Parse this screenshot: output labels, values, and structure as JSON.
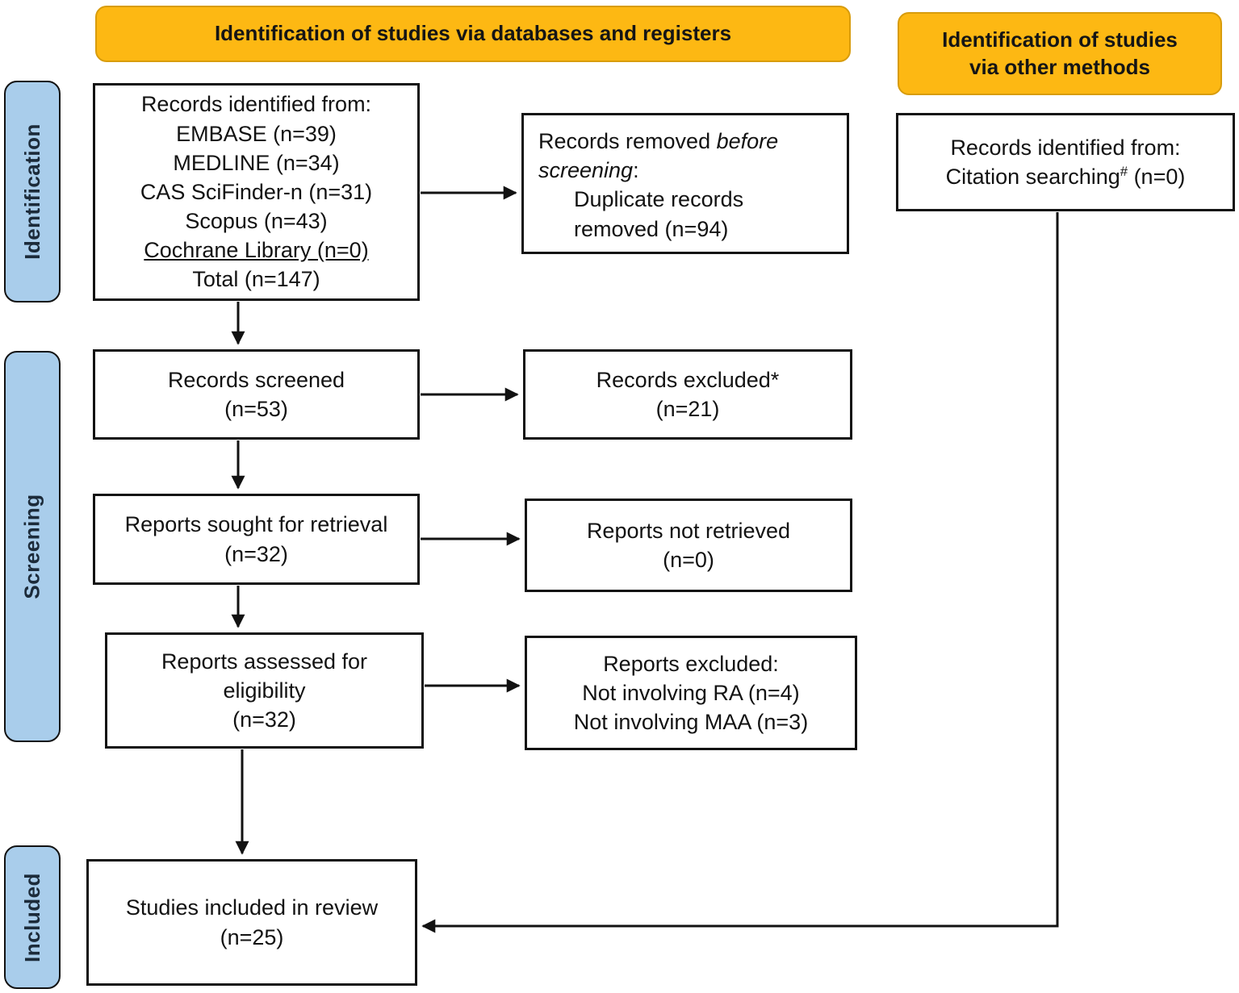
{
  "headers": {
    "databases_registers": "Identification of studies via databases and registers",
    "other_methods": "Identification of studies via other methods"
  },
  "sidebar": {
    "identification": "Identification",
    "screening": "Screening",
    "included": "Included"
  },
  "boxes": {
    "records_identified": {
      "title": "Records identified from:",
      "lines": [
        "EMBASE (n=39)",
        "MEDLINE (n=34)",
        "CAS SciFinder-n (n=31)",
        "Scopus (n=43)",
        "Cochrane Library (n=0)",
        "Total (n=147)"
      ]
    },
    "records_removed": {
      "prefix": "Records removed ",
      "emphasis": "before screening",
      "suffix": ":",
      "lines": [
        "Duplicate records",
        "removed (n=94)"
      ]
    },
    "citation_search": {
      "title": "Records identified from:",
      "line_pre": "Citation searching",
      "line_sup": "#",
      "line_post": " (n=0)"
    },
    "records_screened": {
      "lines": [
        "Records screened",
        "(n=53)"
      ]
    },
    "records_excluded": {
      "lines": [
        "Records excluded*",
        "(n=21)"
      ]
    },
    "reports_sought": {
      "lines": [
        "Reports sought for retrieval",
        "(n=32)"
      ]
    },
    "reports_not_retrieved": {
      "lines": [
        "Reports not retrieved",
        "(n=0)"
      ]
    },
    "reports_assessed": {
      "lines": [
        "Reports assessed for",
        "eligibility",
        "(n=32)"
      ]
    },
    "reports_excluded": {
      "lines": [
        "Reports excluded:",
        "Not involving RA (n=4)",
        "Not involving MAA (n=3)"
      ]
    },
    "studies_included": {
      "lines": [
        "Studies included in review",
        "(n=25)"
      ]
    }
  },
  "colors": {
    "header_bg": "#FDB813",
    "header_border": "#D89C0C",
    "sidebar_bg": "#A9CDEB",
    "sidebar_border": "#121212",
    "box_border": "#121212",
    "text": "#121212",
    "arrow": "#121212"
  }
}
